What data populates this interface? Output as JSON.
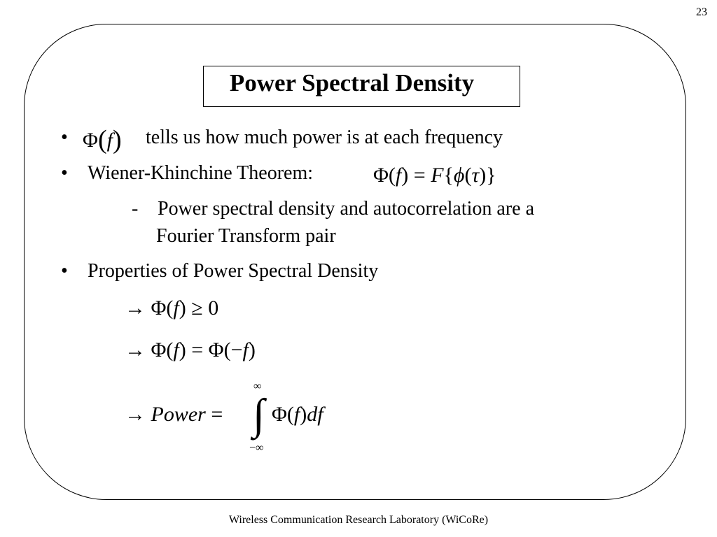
{
  "page_number": "23",
  "title": "Power Spectral Density",
  "bullets": {
    "b1_symbol": "Φ",
    "b1_arg": "f",
    "b1_text": "tells us how much power is at each frequency",
    "b2_text": "Wiener-Khinchine Theorem:",
    "b2_dash": "-",
    "b2_sub_line1": "Power spectral density and autocorrelation are a",
    "b2_sub_line2": "Fourier Transform pair",
    "b3_text": "Properties of Power Spectral Density"
  },
  "equations": {
    "wk": {
      "lhs": "Φ(",
      "f": "f",
      "mid": ") = ",
      "F": "F",
      "rhs_open": "{",
      "phi": "ϕ",
      "tau_open": "(",
      "tau": "τ",
      "rhs_close": ")}"
    },
    "p1": {
      "arrow": "→",
      "lhs": " Φ(",
      "f": "f",
      "rest": ") ≥ 0"
    },
    "p2": {
      "arrow": "→",
      "lhs": " Φ(",
      "f": "f",
      "mid": ") = Φ(−",
      "f2": "f",
      "end": ")"
    },
    "p3": {
      "arrow": "→",
      "power": "Power",
      "eq": " =",
      "upper": "∞",
      "lower": "−∞",
      "int_sign": "∫",
      "body": "Φ(",
      "f": "f",
      "body_end": ")",
      "df": "df"
    }
  },
  "bullet_char": "•",
  "footer": "Wireless Communication Research Laboratory (WiCoRe)"
}
